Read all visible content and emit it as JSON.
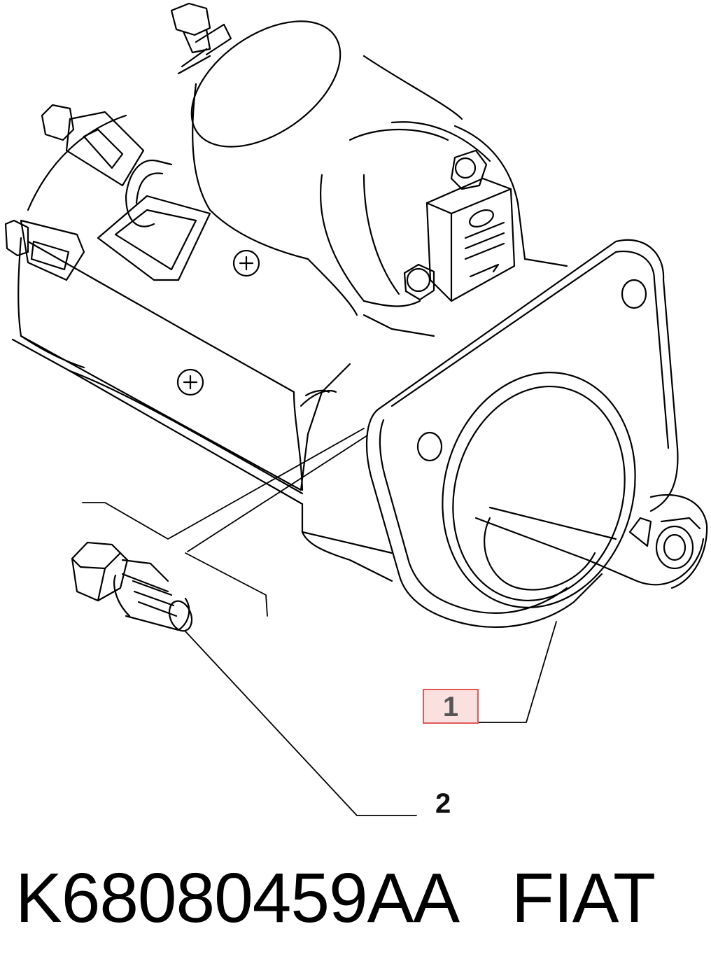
{
  "callouts": {
    "item_1": "1",
    "item_2": "2"
  },
  "caption": {
    "part_number": "K68080459AA",
    "brand": "FIAT"
  },
  "colors": {
    "line": "#000000",
    "highlight_border": "#e05a5a",
    "highlight_fill": "#fbe0e0"
  },
  "icons": [
    "starter-motor-drawing",
    "bolt-drawing",
    "screw-head-icon"
  ]
}
